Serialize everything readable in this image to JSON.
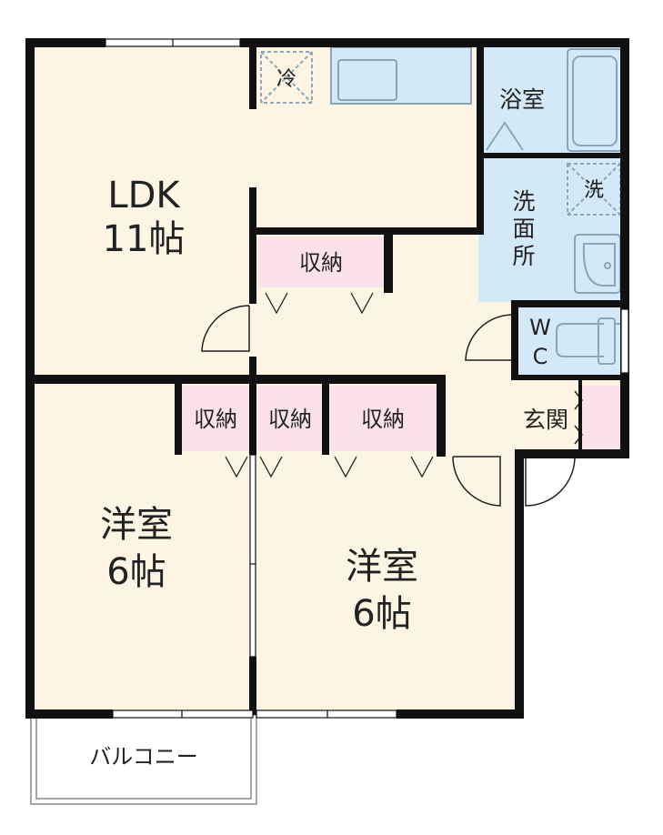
{
  "floorplan": {
    "rooms": {
      "ldk": {
        "name": "LDK",
        "size": "11帖"
      },
      "western1": {
        "name": "洋室",
        "size": "6帖"
      },
      "western2": {
        "name": "洋室",
        "size": "6帖"
      },
      "bath": "浴室",
      "washroom": [
        "洗",
        "面",
        "所"
      ],
      "wc": [
        "W",
        "C"
      ],
      "entrance": "玄関",
      "balcony": "バルコニー"
    },
    "storage_label": "収納",
    "fridge_label": "冷",
    "washer_label": "洗",
    "colors": {
      "room_fill": "#fdf4e3",
      "wet_fill": "#d3e9f7",
      "storage_fill": "#fbe1e9",
      "wall": "#111111",
      "appliance_stroke": "#8aa6b8"
    }
  }
}
